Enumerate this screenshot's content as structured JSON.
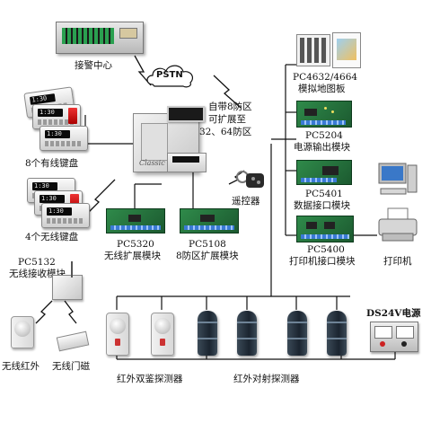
{
  "nodes": {
    "alarm_center": "接警中心",
    "pstn": "PSTN",
    "panel_note": [
      "自带8防区",
      "可扩展至",
      "32、64防区"
    ],
    "panel_brand": "Classic",
    "wired_keypads": "8个有线键盘",
    "wireless_keypads": "4个无线键盘",
    "remote": "遥控器",
    "pc4632": [
      "PC4632/4664",
      "模拟地图板"
    ],
    "pc5204": [
      "PC5204",
      "电源输出模块"
    ],
    "pc5401": [
      "PC5401",
      "数据接口模块"
    ],
    "pc5400": [
      "PC5400",
      "打印机接口模块"
    ],
    "printer": "打印机",
    "pc5320": [
      "PC5320",
      "无线扩展模块"
    ],
    "pc5108": [
      "PC5108",
      "8防区扩展模块"
    ],
    "pc5132": [
      "PC5132",
      "无线接收模块"
    ],
    "wireless_ir": "无线红外",
    "wireless_door": "无线门磁",
    "dual_tech": "红外双鉴探测器",
    "ir_beam": "红外对射探测器",
    "psu": "DS24V电源"
  },
  "keypad_display": "1:30",
  "colors": {
    "board": "#2f8a4a",
    "wire": "#111111",
    "keypad_accent": "#cc2222"
  }
}
